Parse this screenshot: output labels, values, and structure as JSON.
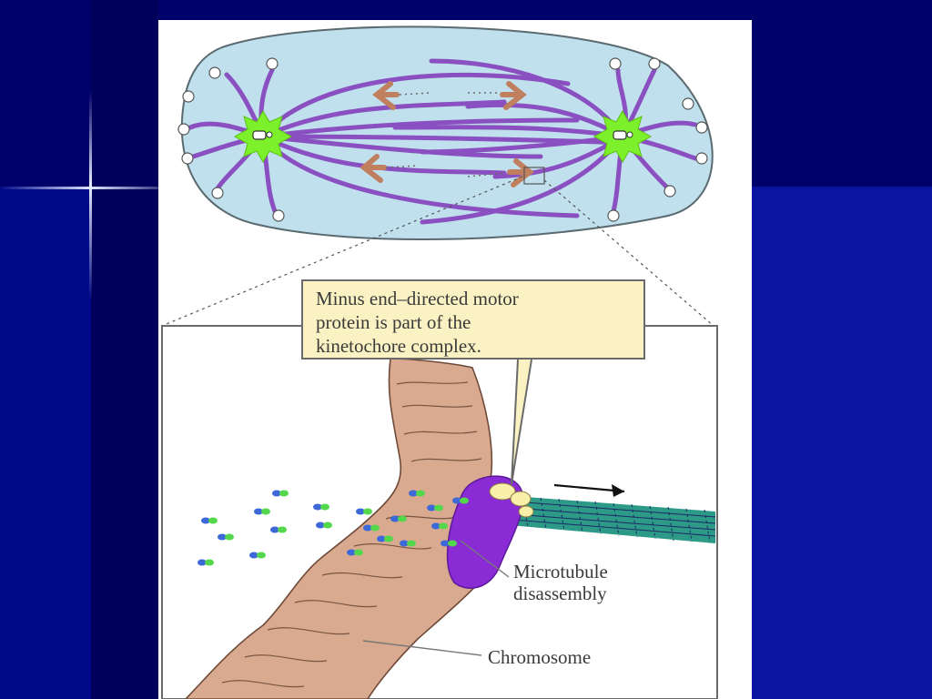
{
  "slide": {
    "callout_lines": [
      "Minus end–directed motor",
      "protein is part of the",
      "kinetochore complex."
    ],
    "labels": {
      "microtubule_line1": "Microtubule",
      "microtubule_line2": "disassembly",
      "chromosome": "Chromosome"
    }
  },
  "icons": [
    "centrosome-icon",
    "plus-end-marker-icon",
    "direction-arrow-icon"
  ],
  "colors": {
    "background": "#000066",
    "spindle_fill": "#bfe0ec",
    "centrosome": "#7cf02a",
    "microtubule": "#9b5fc8",
    "chromosome": "#d9aa8f",
    "motor_protein": "#8a2bd6",
    "callout_fill": "#fbf2c4"
  }
}
